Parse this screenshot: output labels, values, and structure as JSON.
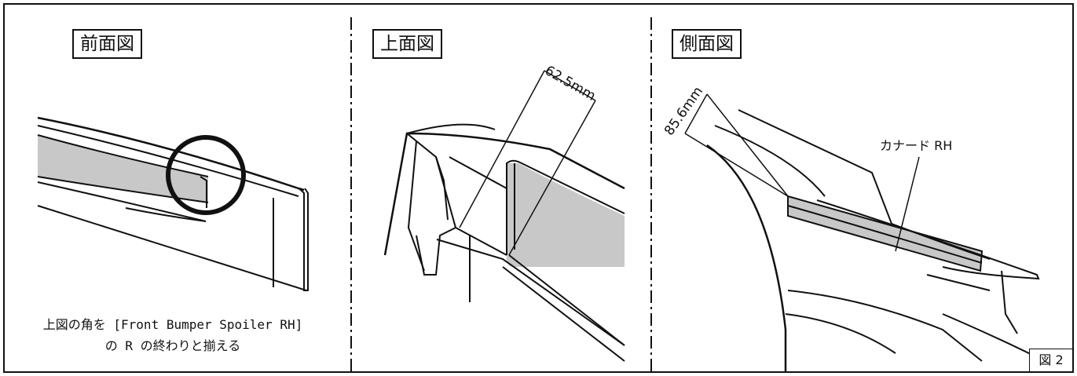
{
  "views": {
    "front": {
      "label": "前面図"
    },
    "top": {
      "label": "上面図"
    },
    "side": {
      "label": "側面図"
    }
  },
  "dimensions": {
    "top_view": "62.5mm",
    "side_view": "85.6mm"
  },
  "parts": {
    "canard": "カナード RH"
  },
  "note": {
    "line1": "上図の角を [Front Bumper Spoiler RH]",
    "line2": "の R の終わりと揃える"
  },
  "figure": {
    "number": "図 2"
  },
  "colors": {
    "line": "#111111",
    "fill": "#c8c8c8",
    "background": "#ffffff"
  }
}
